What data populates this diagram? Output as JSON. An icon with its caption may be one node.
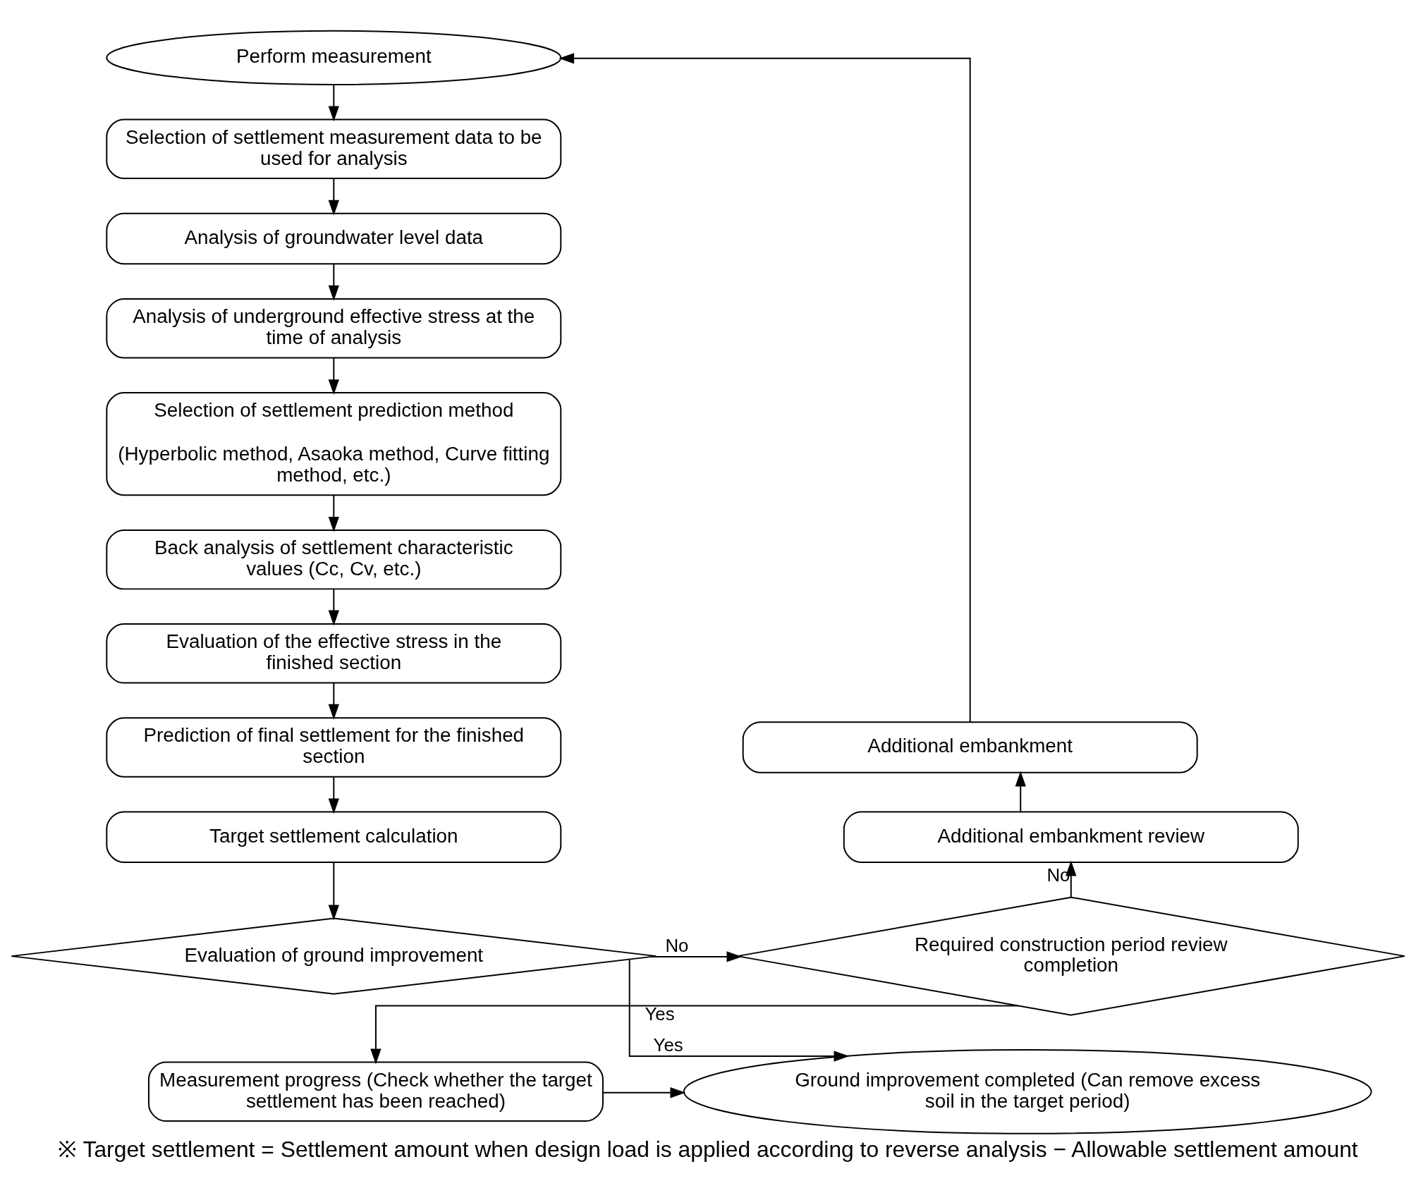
{
  "diagram": {
    "caption": "※ Target settlement = Settlement amount when design load is applied according to reverse analysis − Allowable settlement amount",
    "nodes": [
      {
        "text": [
          "Perform measurement"
        ]
      },
      {
        "text": [
          "Selection of settlement measurement data to be used for analysis"
        ]
      },
      {
        "text": [
          "Analysis of groundwater level data"
        ]
      },
      {
        "text": [
          "Analysis of underground effective stress at the time of analysis"
        ]
      },
      {
        "text": [
          "Selection of settlement prediction method",
          "(Hyperbolic method, Asaoka method, Curve fitting method, etc.)"
        ]
      },
      {
        "text": [
          "Back analysis of settlement characteristic values (Cc, Cv, etc.)"
        ]
      },
      {
        "text": [
          "Evaluation of the effective stress in the finished section"
        ]
      },
      {
        "text": [
          "Prediction of final settlement for the finished section"
        ]
      },
      {
        "text": [
          "Target settlement calculation"
        ]
      },
      {
        "text": [
          "Evaluation of ground improvement"
        ]
      },
      {
        "text": [
          "Required construction period review completion"
        ]
      },
      {
        "text": [
          "Additional embankment review"
        ]
      },
      {
        "text": [
          "Additional embankment"
        ]
      },
      {
        "text": [
          "Ground improvement completed (Can remove excess soil in the target period)"
        ]
      },
      {
        "text": [
          "Measurement progress (Check whether the target settlement has been reached)"
        ]
      }
    ],
    "edges": [
      {
        "from": 0,
        "to": 1,
        "arrow": "to"
      },
      {
        "from": 1,
        "to": 2,
        "arrow": "to"
      },
      {
        "from": 2,
        "to": 3,
        "arrow": "to"
      },
      {
        "from": 3,
        "to": 4,
        "arrow": "to"
      },
      {
        "from": 4,
        "to": 5,
        "arrow": "to"
      },
      {
        "from": 5,
        "to": 6,
        "arrow": "to"
      },
      {
        "from": 6,
        "to": 7,
        "arrow": "to"
      },
      {
        "from": 7,
        "to": 8,
        "arrow": "to"
      },
      {
        "from": 8,
        "to": 9,
        "arrow": "to"
      },
      {
        "from": 9,
        "to": 10,
        "arrow": "to",
        "label": "No"
      },
      {
        "from": 9,
        "to": 13,
        "arrow": "to",
        "label": "Yes"
      },
      {
        "from": 10,
        "to": 11,
        "arrow": "to",
        "label": "No"
      },
      {
        "from": 11,
        "to": 12,
        "arrow": "to"
      },
      {
        "from": 12,
        "to": 0,
        "arrow": "to"
      },
      {
        "from": 10,
        "to": 14,
        "arrow": "to",
        "label": "Yes"
      },
      {
        "from": 14,
        "to": 13,
        "arrow": "to"
      }
    ]
  }
}
